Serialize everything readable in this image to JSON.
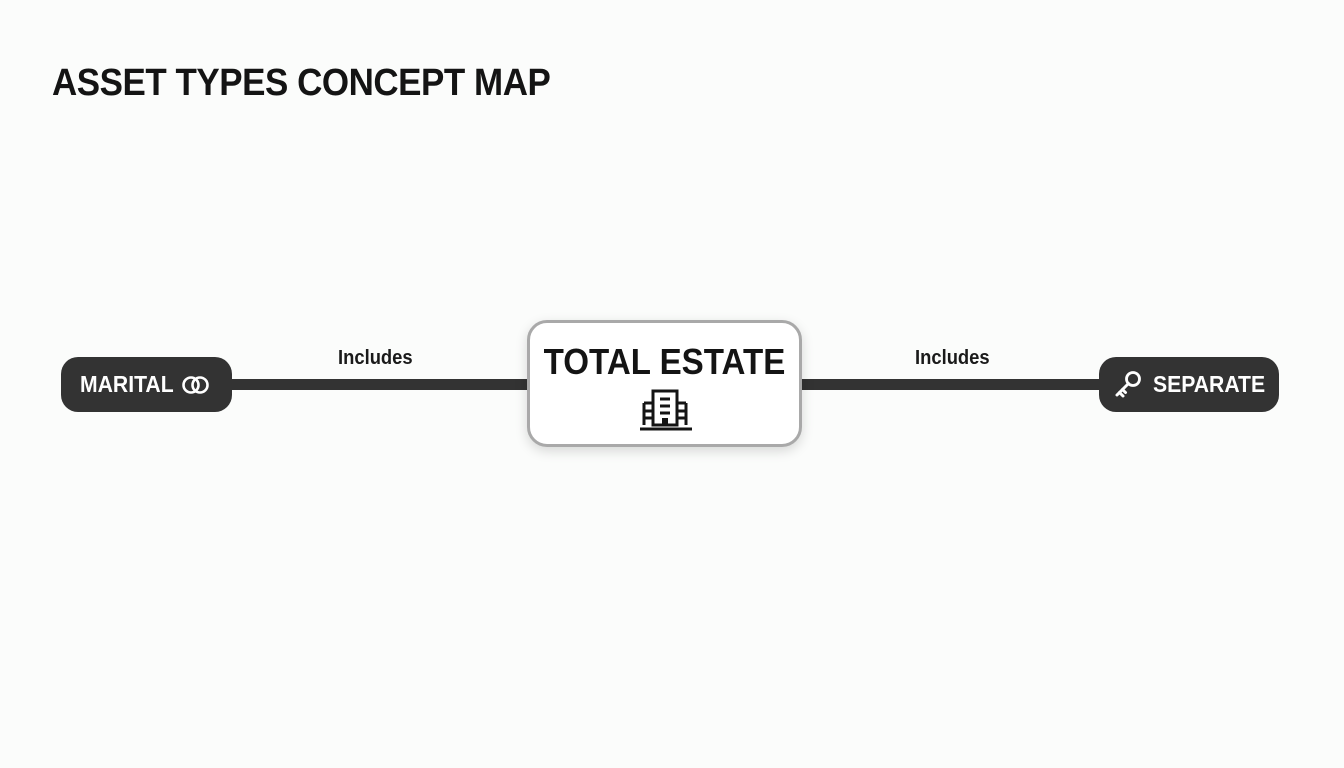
{
  "title": "ASSET TYPES CONCEPT MAP",
  "nodes": {
    "center": {
      "label": "TOTAL ESTATE",
      "icon": "building-icon"
    },
    "left": {
      "label": "MARITAL",
      "icon": "rings-icon"
    },
    "right": {
      "label": "SEPARATE",
      "icon": "key-icon"
    }
  },
  "edges": [
    {
      "from": "TOTAL ESTATE",
      "to": "MARITAL",
      "label": "Includes"
    },
    {
      "from": "TOTAL ESTATE",
      "to": "SEPARATE",
      "label": "Includes"
    }
  ],
  "colors": {
    "background": "#fbfcfb",
    "node_dark": "#333333",
    "node_text_light": "#ffffff",
    "center_border": "#a9a9a9",
    "text_dark": "#141414"
  }
}
